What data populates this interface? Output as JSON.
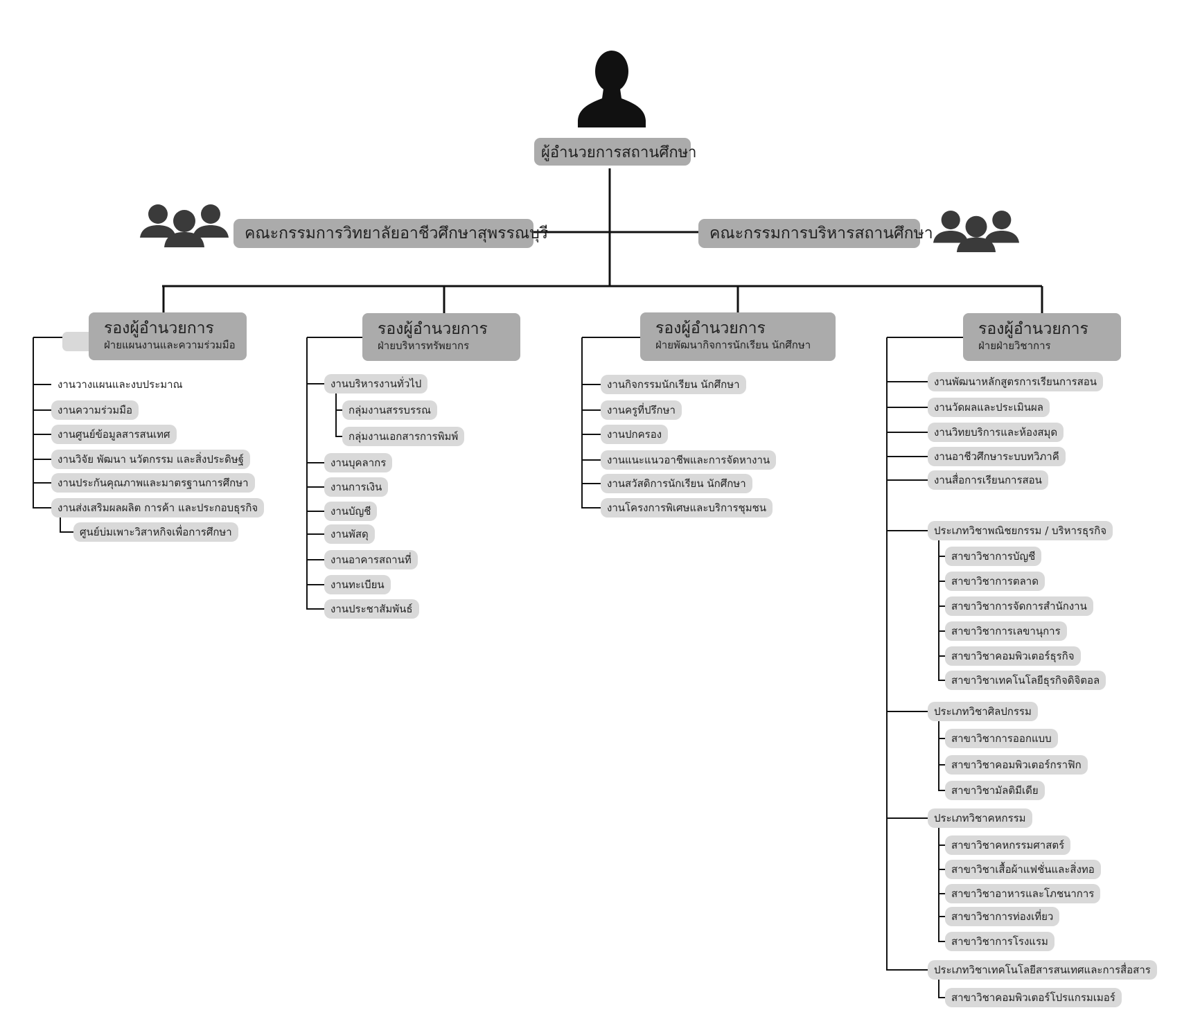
{
  "director": {
    "title": "ผู้อำนวยการสถานศึกษา",
    "icon": "person-icon"
  },
  "committees": {
    "left": {
      "label": "คณะกรรมการวิทยาลัยอาชีวศึกษาสุพรรณบุรี",
      "icon": "group-icon"
    },
    "right": {
      "label": "คณะกรรมการบริหารสถานศึกษา",
      "icon": "group-icon"
    }
  },
  "divisions": [
    {
      "title": "รองผู้อำนวยการ",
      "subtitle": "ฝ่ายแผนงานและความร่วมมือ",
      "items": [
        {
          "label": "งานวางแผนและงบประมาณ",
          "boxed": false
        },
        {
          "label": "งานความร่วมมือ"
        },
        {
          "label": "งานศูนย์ข้อมูลสารสนเทศ"
        },
        {
          "label": "งานวิจัย พัฒนา นวัตกรรม และสิ่งประดิษฐ์"
        },
        {
          "label": "งานประกันคุณภาพและมาตรฐานการศึกษา"
        },
        {
          "label": "งานส่งเสริมผลผลิต การค้า และประกอบธุรกิจ",
          "children": [
            "ศูนย์บ่มเพาะวิสาหกิจเพื่อการศึกษา"
          ]
        }
      ]
    },
    {
      "title": "รองผู้อำนวยการ",
      "subtitle": "ฝ่ายบริหารทรัพยากร",
      "items": [
        {
          "label": "งานบริหารงานทั่วไป",
          "children": [
            "กลุ่มงานสรรบรรณ",
            "กลุ่มงานเอกสารการพิมพ์"
          ]
        },
        {
          "label": "งานบุคลากร"
        },
        {
          "label": "งานการเงิน"
        },
        {
          "label": "งานบัญชี"
        },
        {
          "label": "งานพัสดุ"
        },
        {
          "label": "งานอาคารสถานที่"
        },
        {
          "label": "งานทะเบียน"
        },
        {
          "label": "งานประชาสัมพันธ์"
        }
      ]
    },
    {
      "title": "รองผู้อำนวยการ",
      "subtitle": "ฝ่ายพัฒนากิจการนักเรียน นักศึกษา",
      "items": [
        {
          "label": "งานกิจกรรมนักเรียน นักศึกษา"
        },
        {
          "label": "งานครูที่ปรึกษา"
        },
        {
          "label": "งานปกครอง"
        },
        {
          "label": "งานแนะแนวอาชีพและการจัดหางาน"
        },
        {
          "label": "งานสวัสดิการนักเรียน นักศึกษา"
        },
        {
          "label": "งานโครงการพิเศษและบริการชุมชน"
        }
      ]
    },
    {
      "title": "รองผู้อำนวยการ",
      "subtitle": "ฝ่ายฝ่ายวิชาการ",
      "items": [
        {
          "label": "งานพัฒนาหลักสูตรการเรียนการสอน"
        },
        {
          "label": "งานวัดผลและประเมินผล"
        },
        {
          "label": "งานวิทยบริการและห้องสมุด"
        },
        {
          "label": "งานอาชีวศึกษาระบบทวิภาคี"
        },
        {
          "label": "งานสื่อการเรียนการสอน"
        },
        {
          "label": "ประเภทวิชาพณิชยกรรม / บริหารธุรกิจ",
          "children": [
            "สาขาวิชาการบัญชี",
            "สาขาวิชาการตลาด",
            "สาขาวิชาการจัดการสำนักงาน",
            "สาขาวิชาการเลขานุการ",
            "สาขาวิชาคอมพิวเตอร์ธุรกิจ",
            "สาขาวิชาเทคโนโลยีธุรกิจดิจิตอล"
          ]
        },
        {
          "label": "ประเภทวิชาศิลปกรรม",
          "children": [
            "สาขาวิชาการออกแบบ",
            "สาขาวิชาคอมพิวเตอร์กราฟิก",
            "สาขาวิชามัลติมีเดีย"
          ]
        },
        {
          "label": "ประเภทวิชาคหกรรม",
          "children": [
            "สาขาวิชาคหกรรมศาสตร์",
            "สาขาวิชาเสื้อผ้าแฟชั่นและสิ่งทอ",
            "สาขาวิชาอาหารและโภชนาการ",
            "สาขาวิชาการท่องเที่ยว",
            "สาขาวิชาการโรงแรม"
          ]
        },
        {
          "label": "ประเภทวิชาเทคโนโลยีสารสนเทศและการสื่อสาร",
          "children": [
            "สาขาวิชาคอมพิวเตอร์โปรแกรมเมอร์"
          ]
        }
      ]
    }
  ]
}
